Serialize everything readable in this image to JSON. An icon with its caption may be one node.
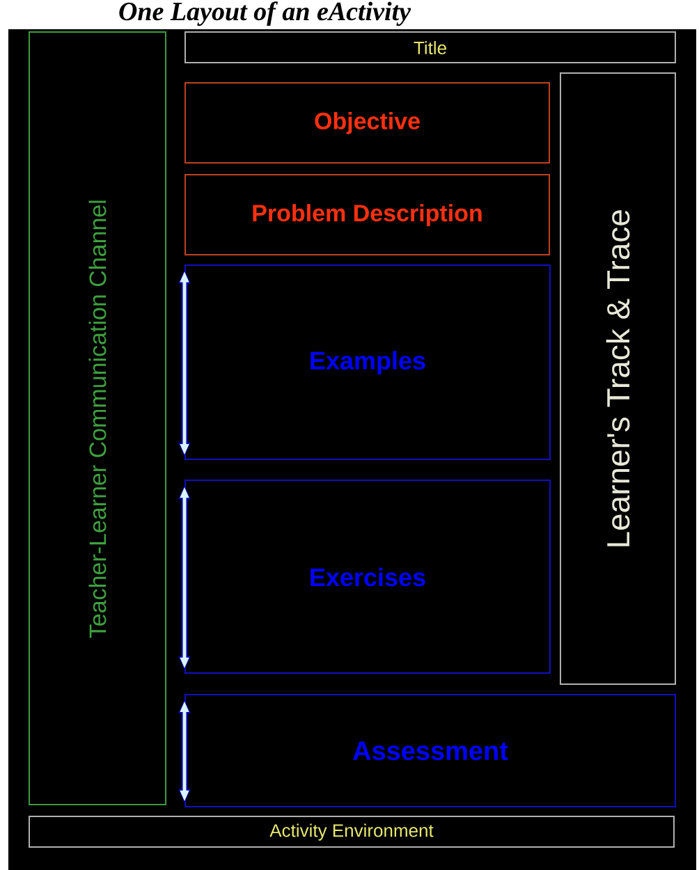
{
  "diagram": {
    "title": "One Layout of an eActivity",
    "nodes": [
      {
        "text": [
          "Teacher-Learner Communication Channel"
        ]
      },
      {
        "text": [
          "Title"
        ]
      },
      {
        "text": [
          "Objective"
        ]
      },
      {
        "text": [
          "Problem Description"
        ]
      },
      {
        "text": [
          "Learner's Track & Trace"
        ]
      },
      {
        "text": [
          "Examples"
        ]
      },
      {
        "text": [
          "Exercises"
        ]
      },
      {
        "text": [
          "Assessment"
        ]
      },
      {
        "text": [
          "Activity Environment"
        ]
      }
    ]
  }
}
